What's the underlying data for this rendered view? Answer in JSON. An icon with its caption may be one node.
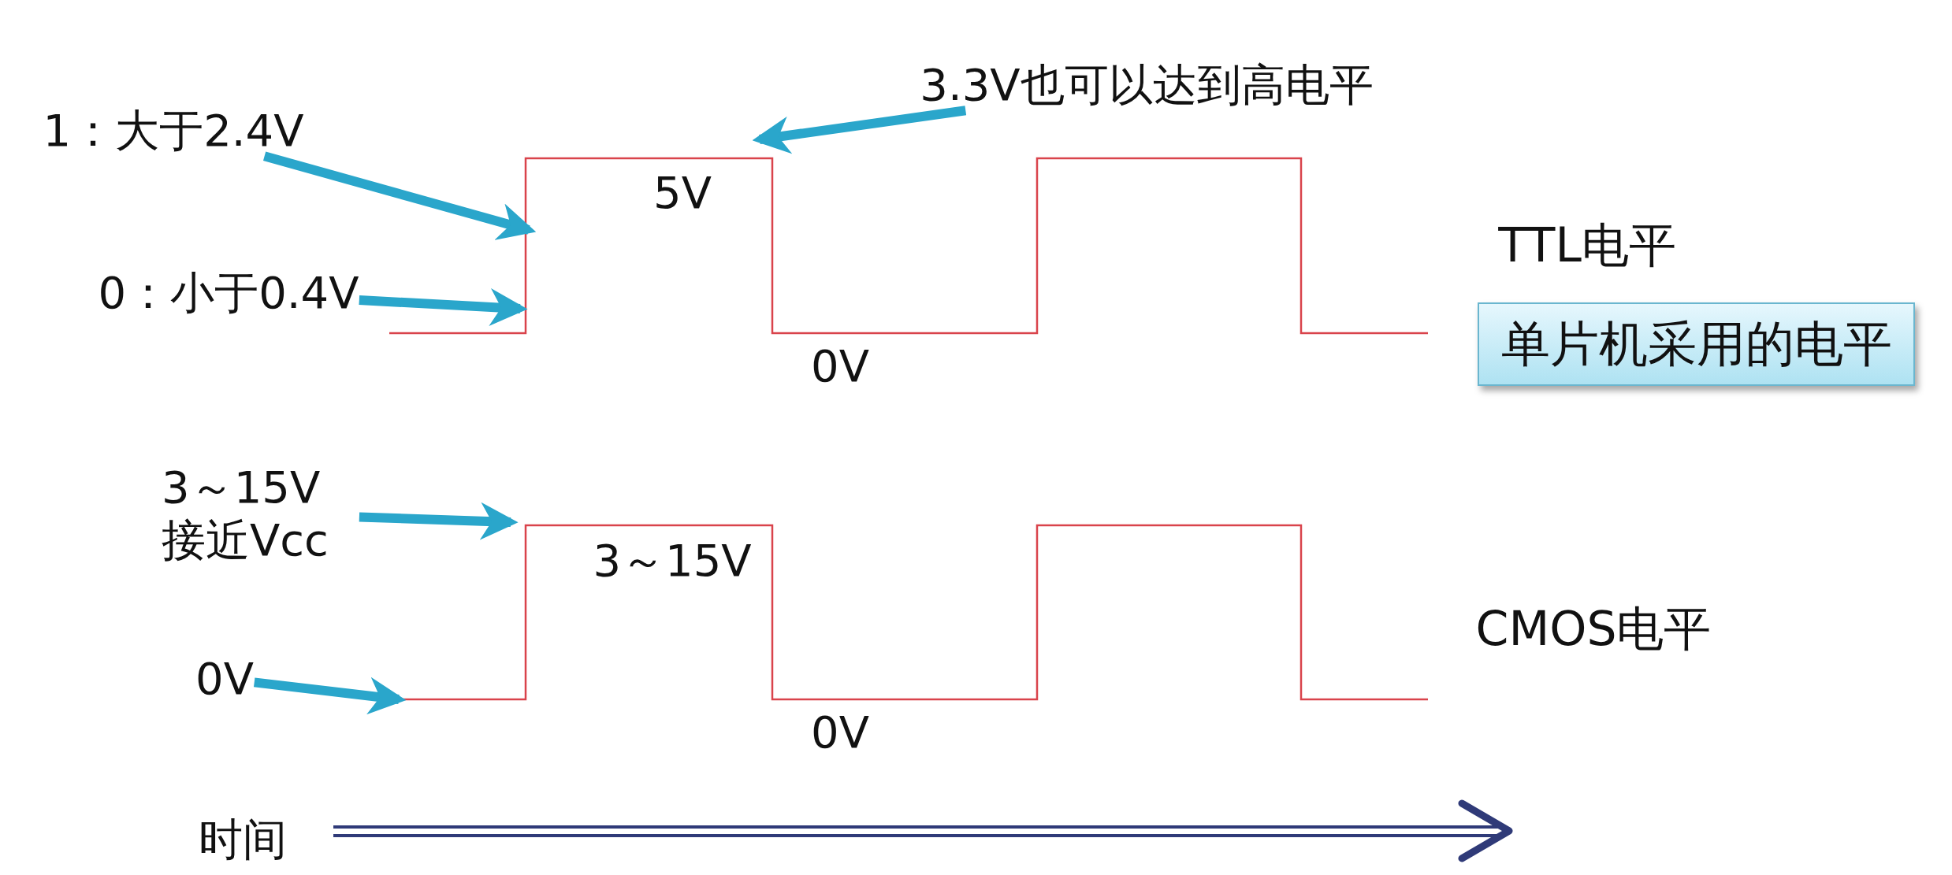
{
  "diagram": {
    "nodes": [
      {
        "text": [
          "1：大于2.4V"
        ]
      },
      {
        "text": [
          "0：小于0.4V"
        ]
      },
      {
        "text": [
          "3.3V也可以达到高电平"
        ]
      },
      {
        "text": [
          "3～15V 接近Vcc"
        ]
      },
      {
        "text": [
          "0V"
        ]
      },
      {
        "text": [
          "单片机采用的电平"
        ]
      },
      {
        "text": [],
        "shape": "line"
      },
      {
        "text": [],
        "shape": "line"
      }
    ],
    "edges": [
      {
        "from": 0,
        "to": 6,
        "arrow": "to"
      },
      {
        "from": 1,
        "to": 6,
        "arrow": "to"
      },
      {
        "from": 2,
        "to": 6,
        "arrow": "to"
      },
      {
        "from": 3,
        "to": 7,
        "arrow": "to"
      },
      {
        "from": 4,
        "to": 7,
        "arrow": "to"
      }
    ],
    "labels": [
      "5V",
      "0V",
      "TTL电平",
      "3～15V",
      "0V",
      "CMOS电平",
      "时间"
    ]
  }
}
